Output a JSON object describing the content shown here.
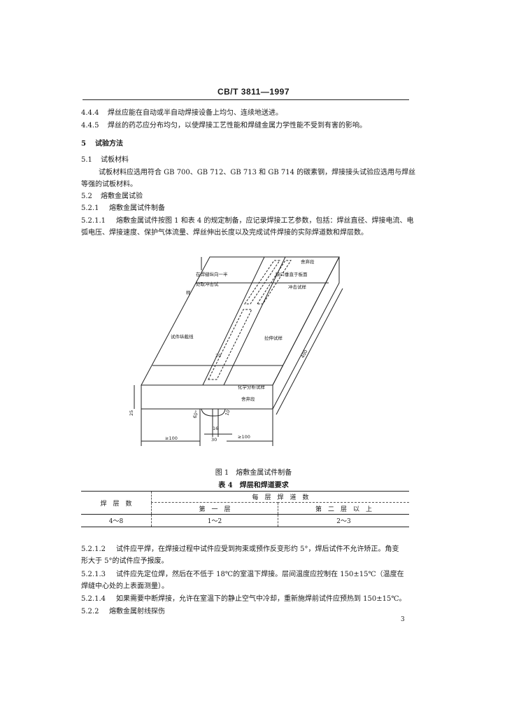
{
  "header": {
    "title": "CB/T 3811—1997"
  },
  "clauses": {
    "c444": {
      "num": "4.4.4",
      "text": "焊丝应能在自动或半自动焊接设备上均匀、连续地送进。"
    },
    "c445": {
      "num": "4.4.5",
      "text": "焊丝的药芯应分布均匀，以使焊接工艺性能和焊缝金属力学性能不受到有害的影响。"
    },
    "s5": {
      "num": "5",
      "text": "试验方法"
    },
    "s51": {
      "num": "5.1",
      "text": "试板材料"
    },
    "p51a": "试板材料应选用符合 GB 700、GB 712、GB 713 和 GB 714 的碳素钢，焊接接头试验应选用与焊丝",
    "p51b": "等强的试板材料。",
    "s52": {
      "num": "5.2",
      "text": "熔敷金属试验"
    },
    "s521": {
      "num": "5.2.1",
      "text": "熔敷金属试件制备"
    },
    "p5211a": {
      "num": "5.2.1.1",
      "text": "熔敷金属试件按图 1 和表 4 的规定制备，应记录焊接工艺参数，包括：焊丝直径、焊接电流、电"
    },
    "p5211b": "弧电压、焊接速度、保护气体流量、焊丝伸出长度以及完成试件焊接的实际焊道数和焊层数。",
    "p5212a": {
      "num": "5.2.1.2",
      "text": "试件应平焊，在焊接过程中试件应受到拘束或预作反变形约 5°，焊后试件不允许矫正。角变"
    },
    "p5212b": "形大于 5°的试件应予报废。",
    "p5213a": {
      "num": "5.2.1.3",
      "text": "试件应先定位焊，然后在不低于 18℃的室温下焊接。层间温度应控制在 150±15℃（温度在"
    },
    "p5213b": "焊缝中心处的上表面测量）。",
    "p5214": {
      "num": "5.2.1.4",
      "text": "如果需要中断焊接，允许在室温下的静止空气中冷却，重新施焊前试件应预热到 150±15℃。"
    },
    "s522": {
      "num": "5.2.2",
      "text": "熔敷金属射线探伤"
    }
  },
  "figure": {
    "caption": "图 1　熔敷金属试件制备",
    "labels": {
      "discard_top": "舍弃段",
      "inside_a": "在焊缝纵向一半",
      "inside_b": "处取冲击试",
      "inside_c": "样",
      "notch": "缺口垂直于板面",
      "impact": "冲击试样",
      "tensile_axis": "试件纵截线",
      "tensile": "拉伸试样",
      "chem": "化学分析试样",
      "discard_bottom": "舍弃段",
      "d20": "20",
      "d16": "16",
      "d30": "30",
      "d100a": "≥100",
      "d100b": "≥100",
      "d400": "400",
      "d25": "25",
      "a60": "60°",
      "d10": "10"
    }
  },
  "table4": {
    "caption": "表 4　焊层和焊道要求",
    "col1": "焊　层　数",
    "group": "每　层　焊　道　数",
    "sub1": "第　一　层",
    "sub2": "第　二　层　以　上",
    "rows": [
      {
        "layers": "4～8",
        "first": "1～2",
        "second": "2～3"
      }
    ]
  },
  "page_number": "3"
}
